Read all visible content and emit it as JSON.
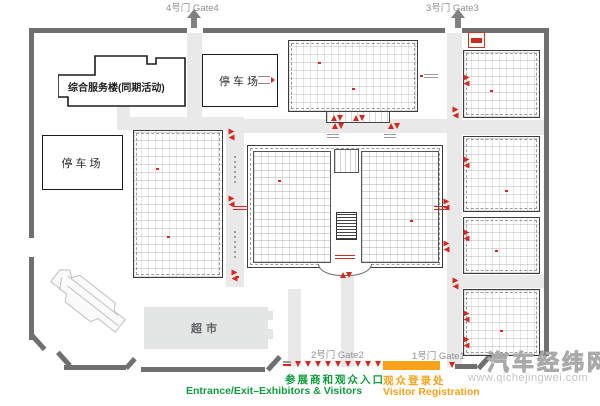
{
  "gates": {
    "gate4": "4号门 Gate4",
    "gate3": "3号门 Gate3",
    "gate2": "2号门 Gate2",
    "gate1": "1号门 Gate1"
  },
  "buildings": {
    "service_building": "综合服务楼(同期活动)",
    "parking_top": "停车场",
    "parking_left": "停车场",
    "supermarket": "超市"
  },
  "legend": {
    "entrance_cn": "参展商和观众入口",
    "entrance_en": "Entrance/Exit–Exhibitors & Visitors",
    "registration_cn": "观众登录处",
    "registration_en": "Visitor Registration"
  },
  "watermark": {
    "site_name": "汽车经纬网",
    "site_url": "www.qichejingwei.com"
  },
  "colors": {
    "wall_gray": "#6f6f6f",
    "road_gray": "#e9e9e9",
    "entrance_green": "#0f9c3c",
    "registration_orange": "#f8a11a",
    "marker_red": "#d6281e"
  }
}
